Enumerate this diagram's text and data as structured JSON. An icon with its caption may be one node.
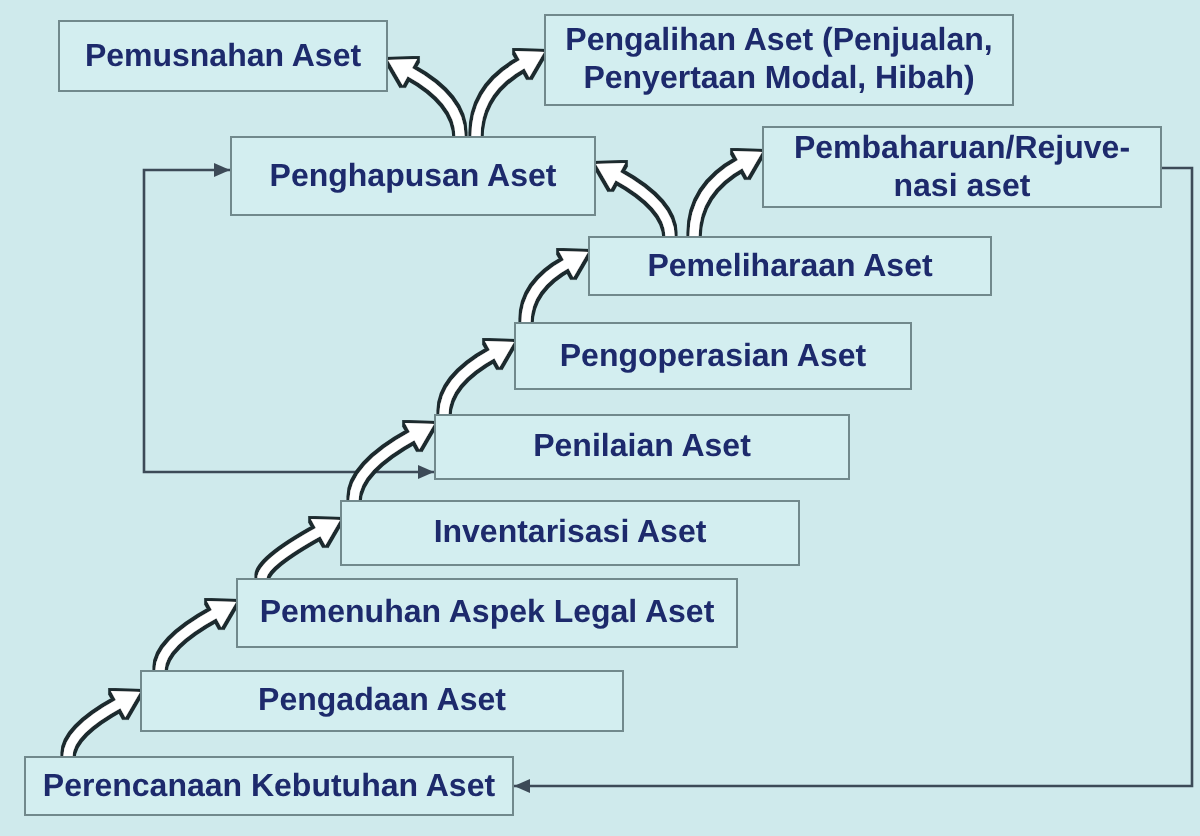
{
  "diagram": {
    "nodes": [
      {
        "text": [
          "Pemusnahan Aset"
        ]
      },
      {
        "text": [
          "Pengalihan Aset (Penjualan, Penyertaan Modal, Hibah)"
        ]
      },
      {
        "text": [
          "Penghapusan Aset"
        ]
      },
      {
        "text": [
          "Pembaharuan/Rejuve- nasi aset"
        ]
      },
      {
        "text": [
          "Pemeliharaan Aset"
        ]
      },
      {
        "text": [
          "Pengoperasian Aset"
        ]
      },
      {
        "text": [
          "Penilaian Aset"
        ]
      },
      {
        "text": [
          "Inventarisasi Aset"
        ]
      },
      {
        "text": [
          "Pemenuhan Aspek Legal Aset"
        ]
      },
      {
        "text": [
          "Pengadaan Aset"
        ]
      },
      {
        "text": [
          "Perencanaan Kebutuhan Aset"
        ]
      }
    ],
    "edges": [
      {
        "from": 10,
        "to": 9,
        "arrow": "to"
      },
      {
        "from": 9,
        "to": 8,
        "arrow": "to"
      },
      {
        "from": 8,
        "to": 7,
        "arrow": "to"
      },
      {
        "from": 7,
        "to": 6,
        "arrow": "to"
      },
      {
        "from": 6,
        "to": 5,
        "arrow": "to"
      },
      {
        "from": 5,
        "to": 4,
        "arrow": "to"
      },
      {
        "from": 4,
        "to": 2,
        "arrow": "to"
      },
      {
        "from": 4,
        "to": 3,
        "arrow": "to"
      },
      {
        "from": 2,
        "to": 0,
        "arrow": "to"
      },
      {
        "from": 2,
        "to": 1,
        "arrow": "to"
      },
      {
        "from": 6,
        "to": 2,
        "arrow": "both",
        "color": "#3c4a57"
      },
      {
        "from": 3,
        "to": 10,
        "arrow": "to",
        "color": "#3c4a57"
      }
    ]
  }
}
